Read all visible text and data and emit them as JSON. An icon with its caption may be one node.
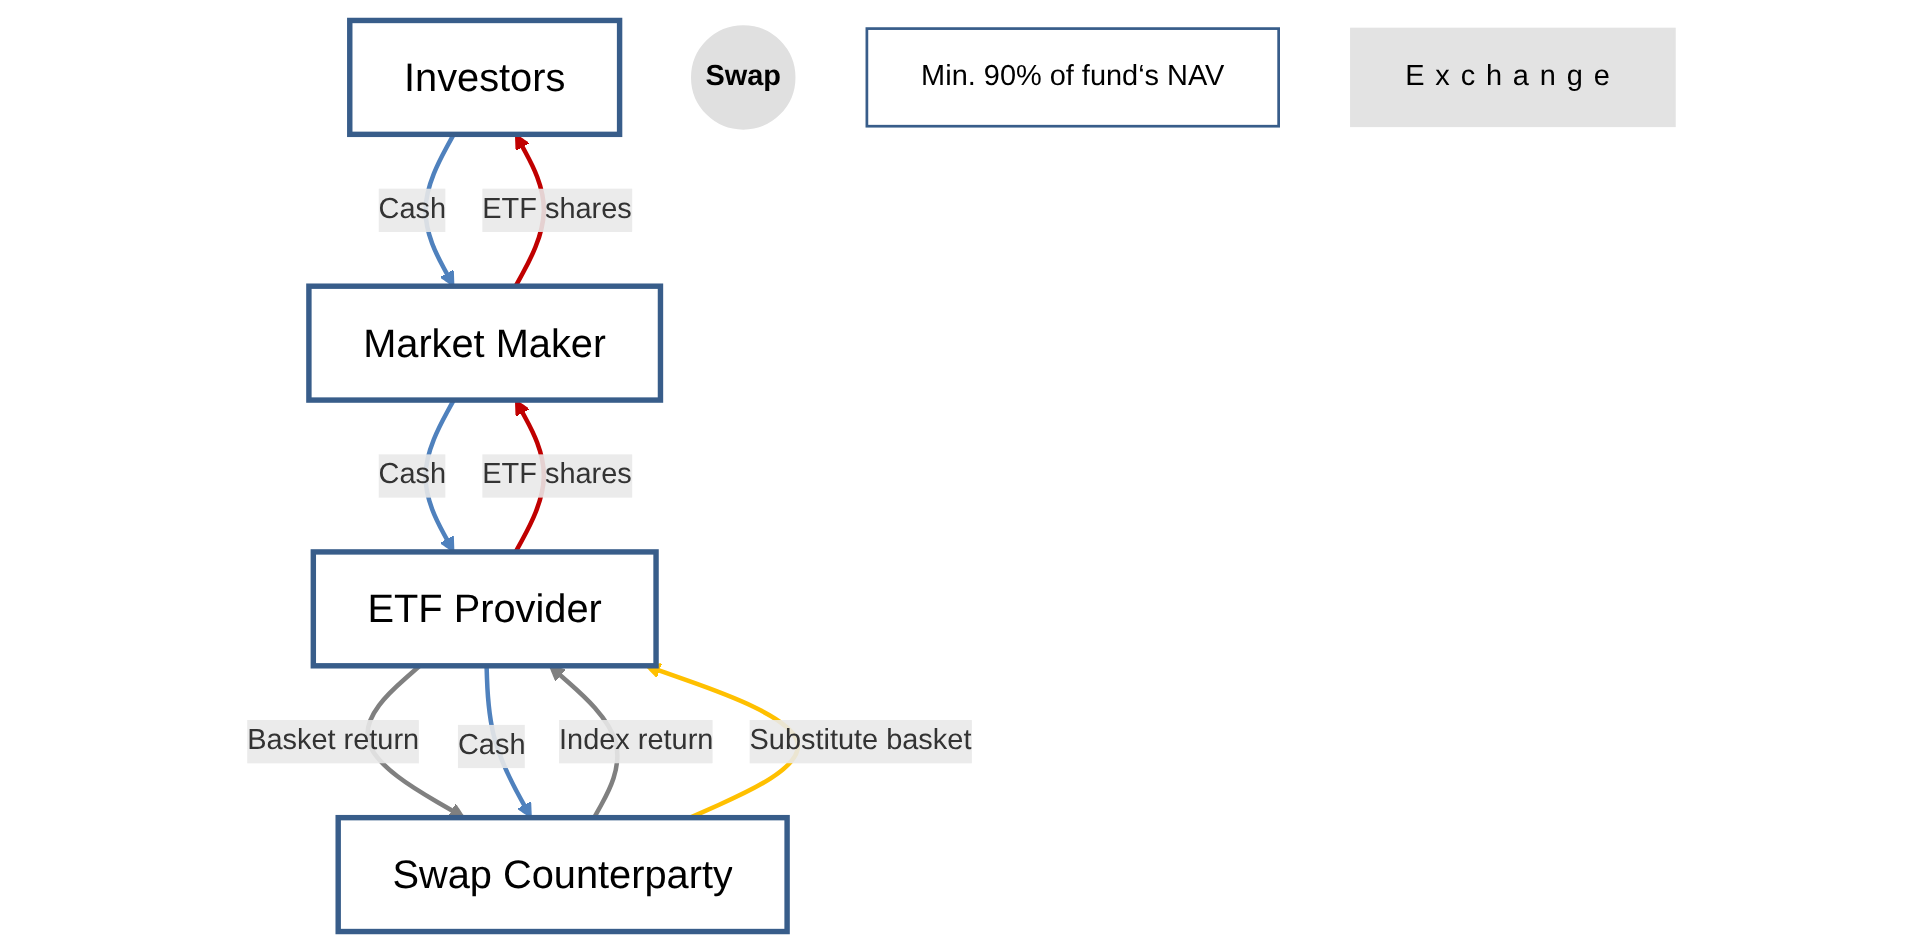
{
  "diagram": {
    "nodes": [
      {
        "text": [
          "Investors"
        ]
      },
      {
        "text": [
          "Swap Counterparty"
        ]
      },
      {
        "text": [
          "Swap"
        ]
      },
      {
        "text": [
          "Min. 90% of fund‘s NAV"
        ]
      },
      {
        "text": [
          "Exchange"
        ]
      },
      {
        "text": [
          "Market Maker"
        ]
      },
      {
        "text": [
          "ETF Provider"
        ]
      }
    ],
    "edges": [
      {
        "from": 0,
        "to": 5,
        "arrow": "to",
        "label": "Cash",
        "color": "#4f81bd"
      },
      {
        "from": 5,
        "to": 0,
        "arrow": "to",
        "label": "ETF shares",
        "color": "#c00000"
      },
      {
        "from": 1,
        "to": 6,
        "arrow": "to",
        "label": "Index return",
        "color": "#808080"
      },
      {
        "from": 6,
        "to": 1,
        "arrow": "to",
        "label": "Basket return",
        "color": "#808080"
      },
      {
        "from": 6,
        "to": 1,
        "arrow": "to",
        "label": "Cash",
        "color": "#4f81bd"
      },
      {
        "from": 1,
        "to": 6,
        "arrow": "to",
        "label": "Substitute basket",
        "color": "#ffc000"
      },
      {
        "from": 6,
        "to": 5,
        "arrow": "to",
        "label": "ETF shares",
        "color": "#c00000"
      },
      {
        "from": 5,
        "to": 6,
        "arrow": "to",
        "label": "Cash",
        "color": "#4f81bd"
      }
    ]
  }
}
